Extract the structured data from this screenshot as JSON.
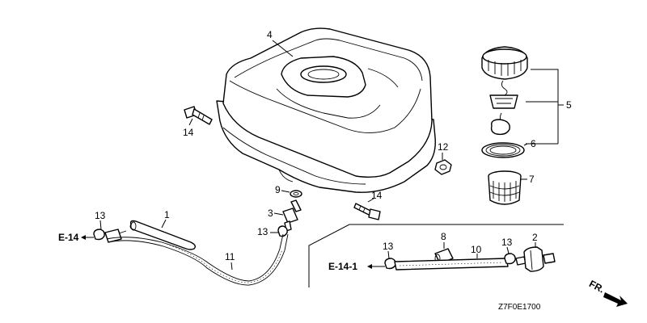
{
  "diagram": {
    "callouts": {
      "p1": "1",
      "p2": "2",
      "p3": "3",
      "p4": "4",
      "p5": "5",
      "p6": "6",
      "p7": "7",
      "p8": "8",
      "p9": "9",
      "p10": "10",
      "p11": "11",
      "p12": "12",
      "p13a": "13",
      "p13b": "13",
      "p13c": "13",
      "p13d": "13",
      "p14a": "14",
      "p14b": "14"
    },
    "references": {
      "left": "E-14",
      "right": "E-14-1"
    },
    "direction_label": "FR.",
    "diagram_code": "Z7F0E1700"
  }
}
